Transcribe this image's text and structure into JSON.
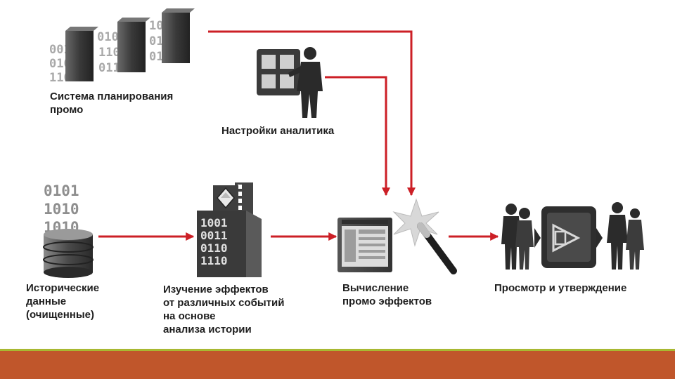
{
  "colors": {
    "arrow": "#cc1f26",
    "footer": "#c0562b",
    "footer_rule": "#a8b832"
  },
  "nodes": {
    "planning_system": {
      "label": "Система планирования\nпромо",
      "icon": "server-stack-icon",
      "binary": [
        "0010",
        "0101",
        "1101",
        "0101",
        "1101",
        "0111",
        "1010",
        "0111",
        "0110"
      ]
    },
    "analyst_settings": {
      "label": "Настройки аналитика",
      "icon": "analyst-dashboard-icon"
    },
    "historical_data": {
      "label": "Исторические\nданные\n(очищенные)",
      "icon": "database-icon",
      "binary": [
        "0101",
        "1010",
        "1010"
      ]
    },
    "effects_study": {
      "label": "Изучение эффектов\nот различных событий\nна основе\nанализа истории",
      "icon": "building-gem-icon",
      "binary": [
        "1001",
        "0011",
        "0110",
        "1110"
      ]
    },
    "promo_calc": {
      "label": "Вычисление\nпромо эффектов",
      "icon": "magic-wand-window-icon"
    },
    "review_approval": {
      "label": "Просмотр и утверждение",
      "icon": "people-presentation-icon"
    }
  }
}
